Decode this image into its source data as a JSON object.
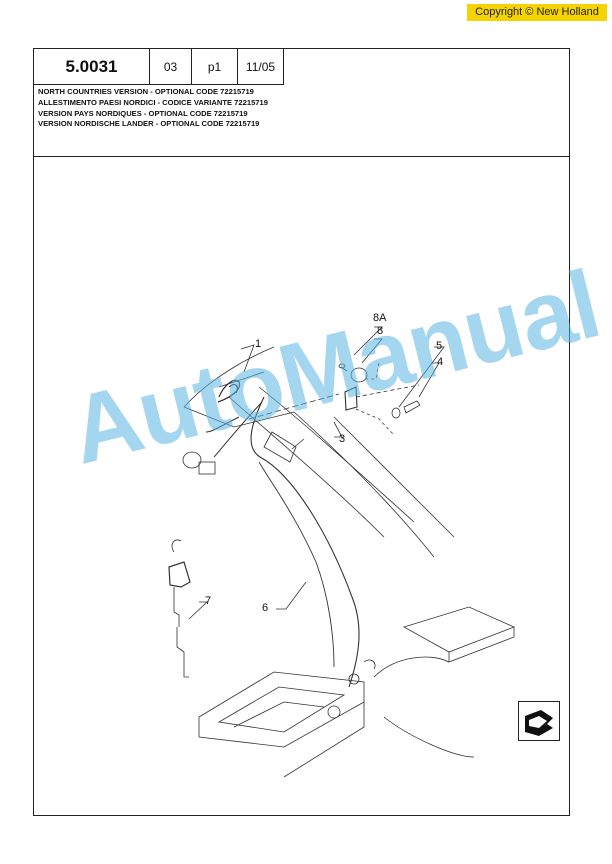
{
  "copyright": "Copyright © New Holland",
  "header": {
    "code": "5.0031",
    "field2": "03",
    "field3": "p1",
    "field4": "11/05"
  },
  "titles": [
    "NORTH COUNTRIES VERSION - OPTIONAL CODE 72215719",
    "ALLESTIMENTO PAESI NORDICI - CODICE VARIANTE 72215719",
    "VERSION PAYS NORDIQUES - OPTIONAL CODE 72215719",
    "VERSION NORDISCHE LANDER - OPTIONAL CODE 72215719"
  ],
  "callouts": {
    "c1": "1",
    "c3": "3",
    "c4": "4",
    "c5": "5",
    "c6": "6",
    "c7": "7",
    "c8": "8",
    "c8a": "8A"
  },
  "watermark": "AutoManual",
  "icons": [
    "next-page-icon"
  ]
}
